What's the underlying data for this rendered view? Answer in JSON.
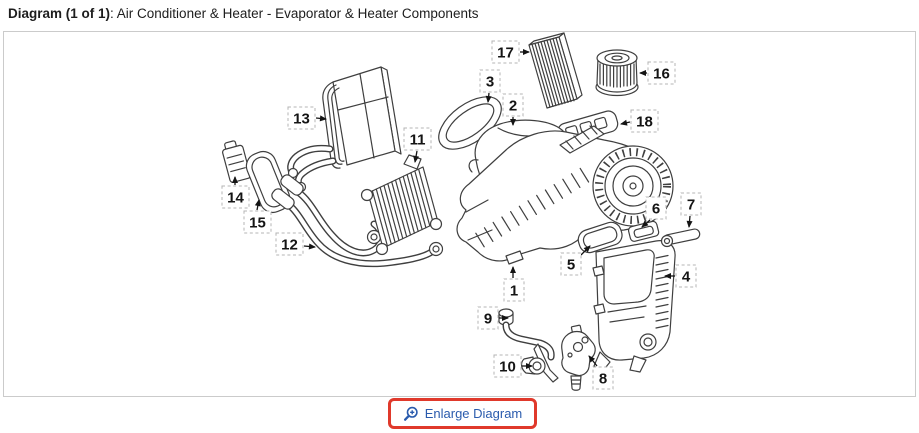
{
  "header": {
    "diagram_label": "Diagram (1 of 1)",
    "title_rest": ": Air Conditioner & Heater - Evaporator & Heater Components"
  },
  "diagram": {
    "callouts": [
      {
        "number": "1"
      },
      {
        "number": "2"
      },
      {
        "number": "3"
      },
      {
        "number": "4"
      },
      {
        "number": "5"
      },
      {
        "number": "6"
      },
      {
        "number": "7"
      },
      {
        "number": "8"
      },
      {
        "number": "9"
      },
      {
        "number": "10"
      },
      {
        "number": "11"
      },
      {
        "number": "12"
      },
      {
        "number": "13"
      },
      {
        "number": "14"
      },
      {
        "number": "15"
      },
      {
        "number": "16"
      },
      {
        "number": "17"
      },
      {
        "number": "18"
      }
    ]
  },
  "footer": {
    "enlarge_label": "Enlarge Diagram"
  },
  "colors": {
    "highlight_red": "#e0392b",
    "link_blue": "#2a5bad",
    "panel_border": "#cbcbcb",
    "line_art": "#3f3f3f",
    "callout_border": "#b4b4b4"
  }
}
